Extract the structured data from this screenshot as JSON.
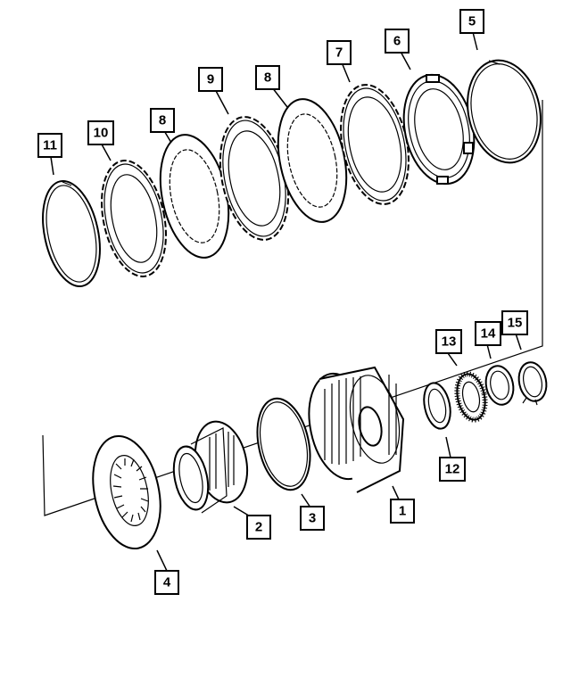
{
  "colors": {
    "line": "#000000",
    "background": "#ffffff"
  },
  "callouts": {
    "c1": "1",
    "c2": "2",
    "c3": "3",
    "c4": "4",
    "c5": "5",
    "c6": "6",
    "c7": "7",
    "c8a": "8",
    "c8b": "8",
    "c9": "9",
    "c10": "10",
    "c11": "11",
    "c12": "12",
    "c13": "13",
    "c14": "14",
    "c15": "15"
  }
}
